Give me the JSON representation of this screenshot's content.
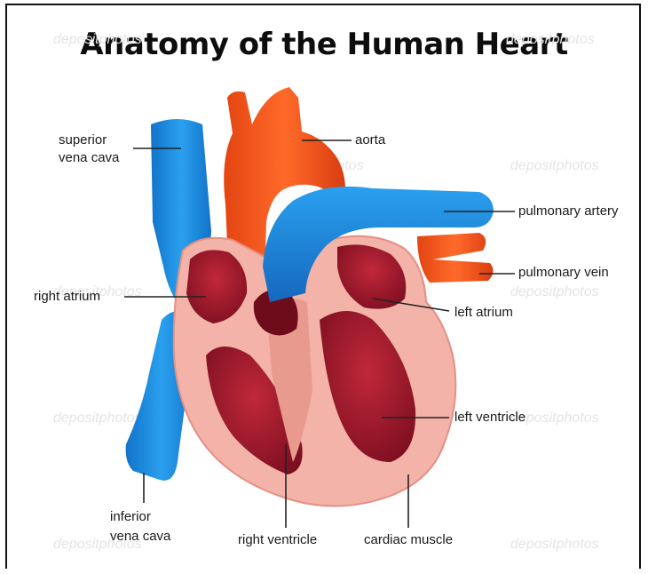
{
  "title": "Anatomy of the Human Heart",
  "labels": {
    "superior_vena_cava": [
      "superior",
      "vena cava"
    ],
    "aorta": "aorta",
    "pulmonary_artery": "pulmonary artery",
    "pulmonary_vein": "pulmonary vein",
    "right_atrium": "right atrium",
    "left_atrium": "left atrium",
    "left_ventricle": "left ventricle",
    "inferior_vena_cava": [
      "inferior",
      "vena cava"
    ],
    "right_ventricle": "right ventricle",
    "cardiac_muscle": "cardiac muscle"
  },
  "watermark": "depositphotos",
  "colors": {
    "vessel_blue": "#1f8fe0",
    "vessel_orange": "#f0541c",
    "muscle_pink": "#f2aba0",
    "chamber_red": "#a8182a",
    "chamber_dark": "#6e0c1c",
    "leader_line": "#222222"
  }
}
